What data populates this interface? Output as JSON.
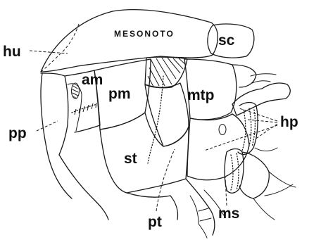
{
  "labels": {
    "mesonoto": "MESONOTO",
    "sc": "sc",
    "hu": "hu",
    "am": "am",
    "pm": "pm",
    "mtp": "mtp",
    "hp": "hp",
    "pp": "pp",
    "st": "st",
    "pt": "pt",
    "ms": "ms"
  },
  "colors": {
    "ink": "#1a1a1a",
    "background": "#ffffff"
  }
}
